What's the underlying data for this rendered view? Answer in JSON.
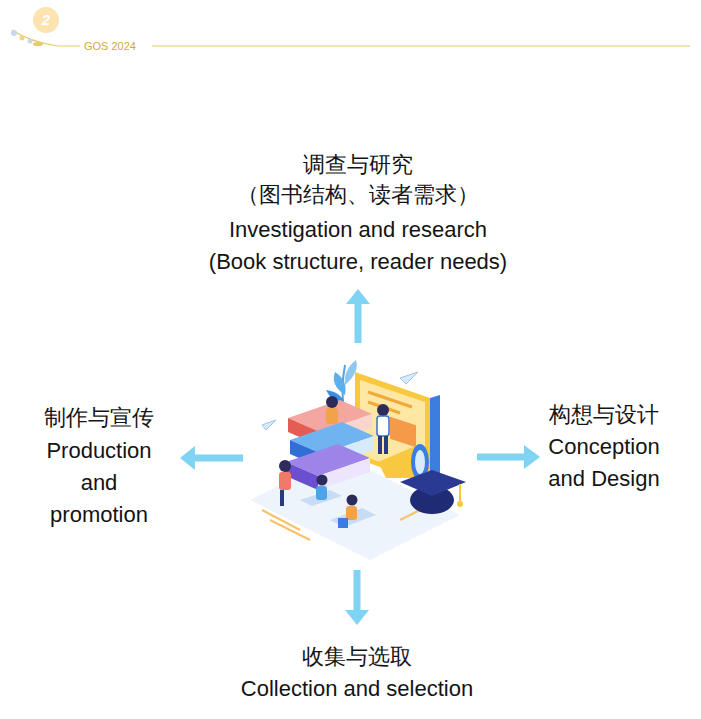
{
  "diagram": {
    "labels": [
      "2",
      "GOS 2024",
      "调查与研究",
      "（图书结构、读者需求）",
      "Investigation and research",
      "(Book structure, reader needs)",
      "构想与设计",
      "Conception and Design",
      "收集与选取",
      "Collection and selection",
      "制作与宣传",
      "Production and promotion"
    ]
  }
}
